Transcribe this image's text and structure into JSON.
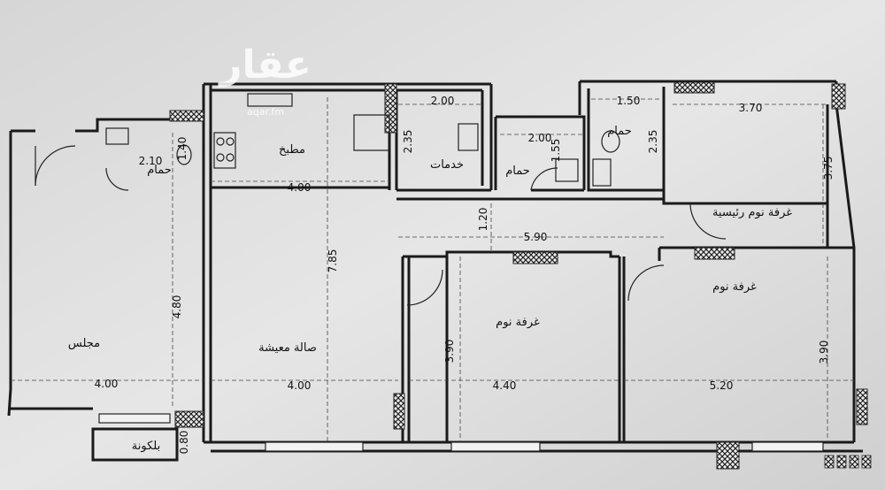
{
  "watermark": {
    "text": "عقار",
    "sub": "aqar.fm"
  },
  "rooms": {
    "majlis": "مجلس",
    "living": "صالة معيشة",
    "kitchen": "مطبخ",
    "services": "خدمات",
    "bath_left": "حمام",
    "bath_mid": "حمام",
    "bath_right": "حمام",
    "master_bedroom": "غرفة نوم رئيسية",
    "bedroom_mid": "غرفة نوم",
    "bedroom_right": "غرفة نوم",
    "balcony": "بلكونة"
  },
  "dimensions": {
    "majlis_depth": "4.80",
    "majlis_width": "4.00",
    "bath_left_width": "2.10",
    "bath_left_depth": "1.40",
    "kitchen_width": "4.00",
    "living_depth": "7.85",
    "living_width": "4.00",
    "services_width": "2.00",
    "services_depth": "2.35",
    "corridor_depth": "1.20",
    "corridor_length": "5.90",
    "bath_mid_width": "2.00",
    "bath_mid_depth": "1.55",
    "bath_right_width": "1.50",
    "bath_right_depth": "2.35",
    "master_width": "3.70",
    "master_depth": "3.75",
    "bedroom_mid_width": "4.40",
    "bedroom_mid_depth": "3.90",
    "bedroom_right_width": "5.20",
    "bedroom_right_depth": "3.90",
    "balcony_depth": "0.80"
  }
}
